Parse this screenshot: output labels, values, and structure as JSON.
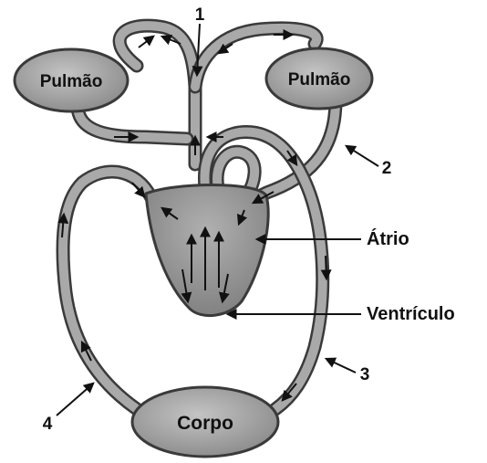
{
  "organs": {
    "lung_left": "Pulmão",
    "lung_right": "Pulmão",
    "body": "Corpo"
  },
  "callouts": {
    "atrium": "Átrio",
    "ventricle": "Ventrículo",
    "n1": "1",
    "n2": "2",
    "n3": "3",
    "n4": "4"
  },
  "colors": {
    "organ_fill": "#9a9a9a",
    "vessel_fill": "#a9a9a9",
    "heart_fill": "#8f8f8f",
    "outline": "#3a3a3a"
  }
}
